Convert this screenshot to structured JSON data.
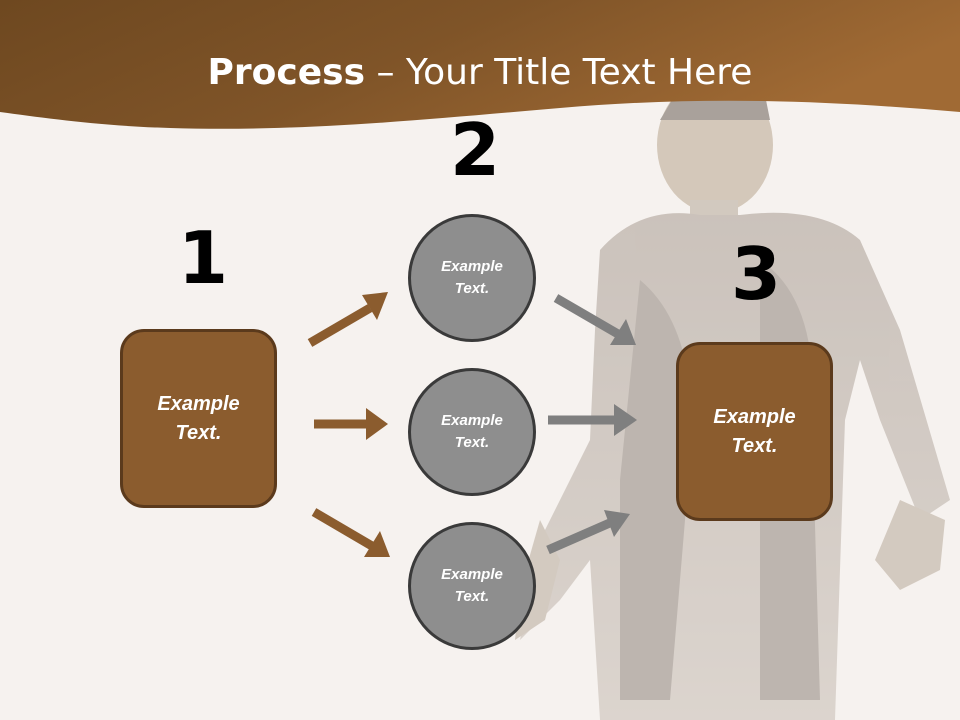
{
  "title": {
    "bold": "Process",
    "rest": " – Your Title Text Here"
  },
  "steps": [
    {
      "number": "1",
      "text": "Example\nText."
    },
    {
      "number": "2",
      "items": [
        "Example\nText.",
        "Example\nText.",
        "Example\nText."
      ]
    },
    {
      "number": "3",
      "text": "Example\nText."
    }
  ],
  "colors": {
    "header_brown": "#8b5c2e",
    "box_fill": "#8b5c2e",
    "circle_fill": "#8e8e8e",
    "arrow_brown": "#8b5c2e",
    "arrow_gray": "#808080",
    "background": "#f6f2ef"
  },
  "background_image": "faded-human-figure"
}
